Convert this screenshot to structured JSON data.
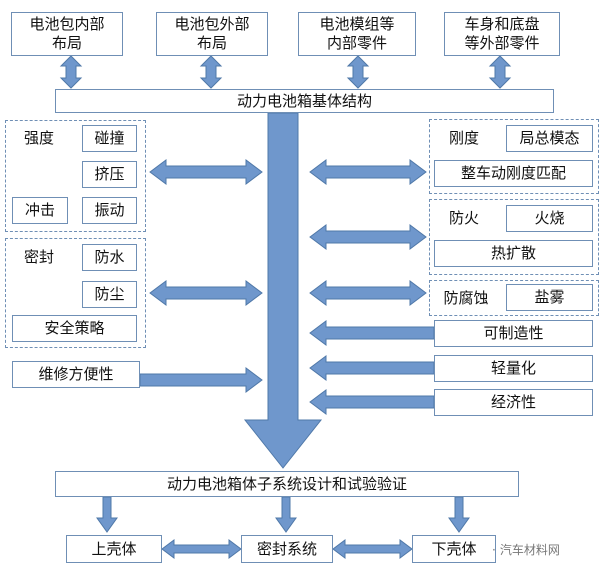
{
  "colors": {
    "arrow_fill": "#6f97cc",
    "arrow_stroke": "#4f78a8",
    "box_border": "#6f8fb5"
  },
  "top": [
    {
      "l1": "电池包内部",
      "l2": "布局"
    },
    {
      "l1": "电池包外部",
      "l2": "布局"
    },
    {
      "l1": "电池模组等",
      "l2": "内部零件"
    },
    {
      "l1": "车身和底盘",
      "l2": "等外部零件"
    }
  ],
  "main_title": "动力电池箱基体结构",
  "left": {
    "strength": "强度",
    "collision": "碰撞",
    "extrusion": "挤压",
    "impact": "冲击",
    "vibration": "振动",
    "seal": "密封",
    "waterproof": "防水",
    "dustproof": "防尘",
    "safety": "安全策略",
    "maintenance": "维修方便性"
  },
  "right": {
    "stiffness": "刚度",
    "local_mode": "局总模态",
    "vehicle_match": "整车动刚度匹配",
    "fireproof": "防火",
    "burning": "火烧",
    "thermal": "热扩散",
    "corrosion": "防腐蚀",
    "salt_spray": "盐雾",
    "manufacturability": "可制造性",
    "lightweight": "轻量化",
    "economy": "经济性"
  },
  "subsystem_title": "动力电池箱体子系统设计和试验验证",
  "bottom": {
    "upper": "上壳体",
    "seal_system": "密封系统",
    "lower": "下壳体"
  },
  "watermark": {
    "dot": "·",
    "text": "汽车材料网"
  }
}
